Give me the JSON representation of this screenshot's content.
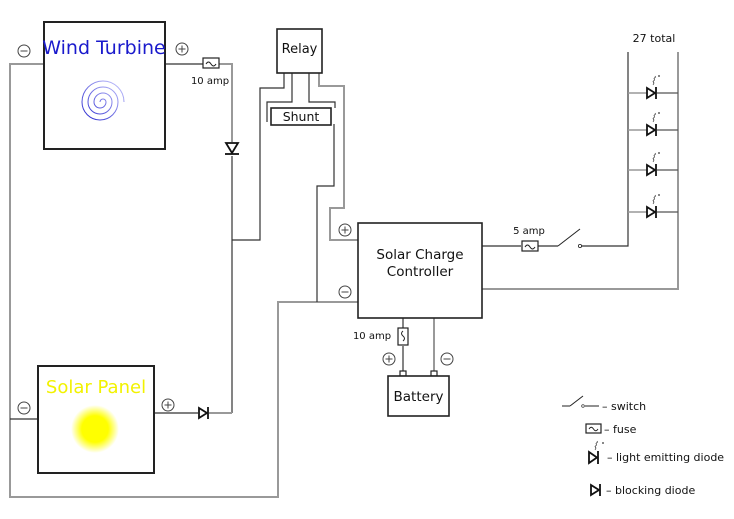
{
  "diagram": {
    "title": "Wind and solar charging circuit with LED load",
    "components": {
      "wind_turbine": {
        "label": "Wind Turbine",
        "label_color": "#1a1acc",
        "spiral_color": "#3333cc"
      },
      "solar_panel": {
        "label": "Solar Panel",
        "label_color": "#f2f200",
        "sun_color": "#ffff00"
      },
      "relay": {
        "label": "Relay"
      },
      "shunt": {
        "label": "Shunt"
      },
      "controller": {
        "label_line1": "Solar Charge",
        "label_line2": "Controller"
      },
      "battery": {
        "label": "Battery"
      }
    },
    "fuses": {
      "wind": {
        "rating": "10 amp"
      },
      "load": {
        "rating": "5 amp"
      },
      "battery": {
        "rating": "10 amp"
      }
    },
    "led_array": {
      "count_label": "27 total",
      "leds_drawn": 4
    },
    "polarity": {
      "plus": "+",
      "minus": "−"
    },
    "legend": [
      {
        "symbol": "switch",
        "text": "– switch"
      },
      {
        "symbol": "fuse",
        "text": "– fuse"
      },
      {
        "symbol": "led",
        "text": "–  light emitting diode"
      },
      {
        "symbol": "diode",
        "text": "–  blocking diode"
      }
    ]
  }
}
